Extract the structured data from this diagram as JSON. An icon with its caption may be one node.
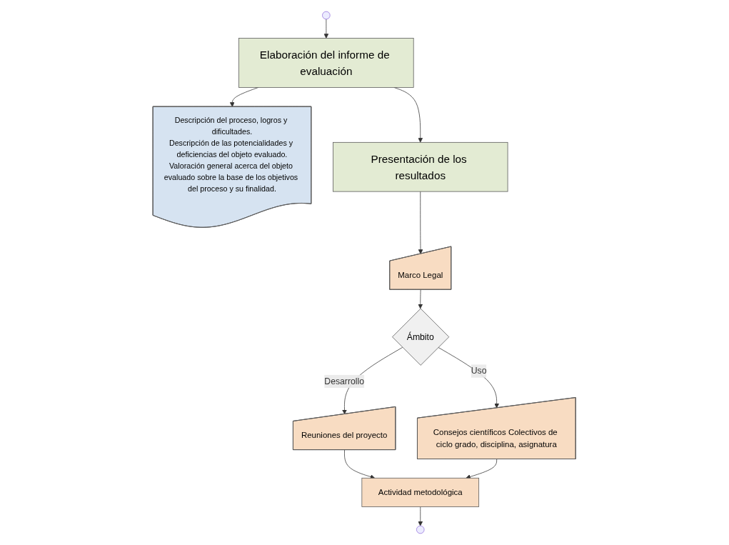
{
  "diagram": {
    "nodes": [
      {
        "text": [],
        "shape": "circle"
      },
      {
        "text": [
          "Elaboración del informe de evaluación"
        ]
      },
      {
        "text": [
          "Descripción del proceso, logros y dificultades.",
          "Descripción de las potencialidades y deficiencias del objeto evaluado.",
          "Valoración general acerca del objeto evaluado sobre la base de los objetivos del proceso y su finalidad."
        ]
      },
      {
        "text": [
          "Presentación de los resultados"
        ]
      },
      {
        "text": [
          "Marco Legal"
        ]
      },
      {
        "text": [
          "Ámbito"
        ]
      },
      {
        "text": [
          "Reuniones del proyecto"
        ]
      },
      {
        "text": [
          "Consejos científicos Colectivos de ciclo grado, disciplina, asignatura"
        ]
      },
      {
        "text": [
          "Actividad metodológica"
        ]
      },
      {
        "text": [],
        "shape": "circle"
      }
    ],
    "edges": [
      {
        "from": 0,
        "to": 1,
        "arrow": "to"
      },
      {
        "from": 1,
        "to": 2,
        "arrow": "to"
      },
      {
        "from": 1,
        "to": 3,
        "arrow": "to"
      },
      {
        "from": 3,
        "to": 4,
        "arrow": "to"
      },
      {
        "from": 4,
        "to": 5,
        "arrow": "to"
      },
      {
        "from": 5,
        "to": 6,
        "label": "Desarrollo",
        "arrow": "to"
      },
      {
        "from": 5,
        "to": 7,
        "label": "Uso",
        "arrow": "to"
      },
      {
        "from": 6,
        "to": 8,
        "arrow": "to"
      },
      {
        "from": 7,
        "to": 8,
        "arrow": "to"
      },
      {
        "from": 8,
        "to": 9,
        "arrow": "to"
      }
    ]
  }
}
